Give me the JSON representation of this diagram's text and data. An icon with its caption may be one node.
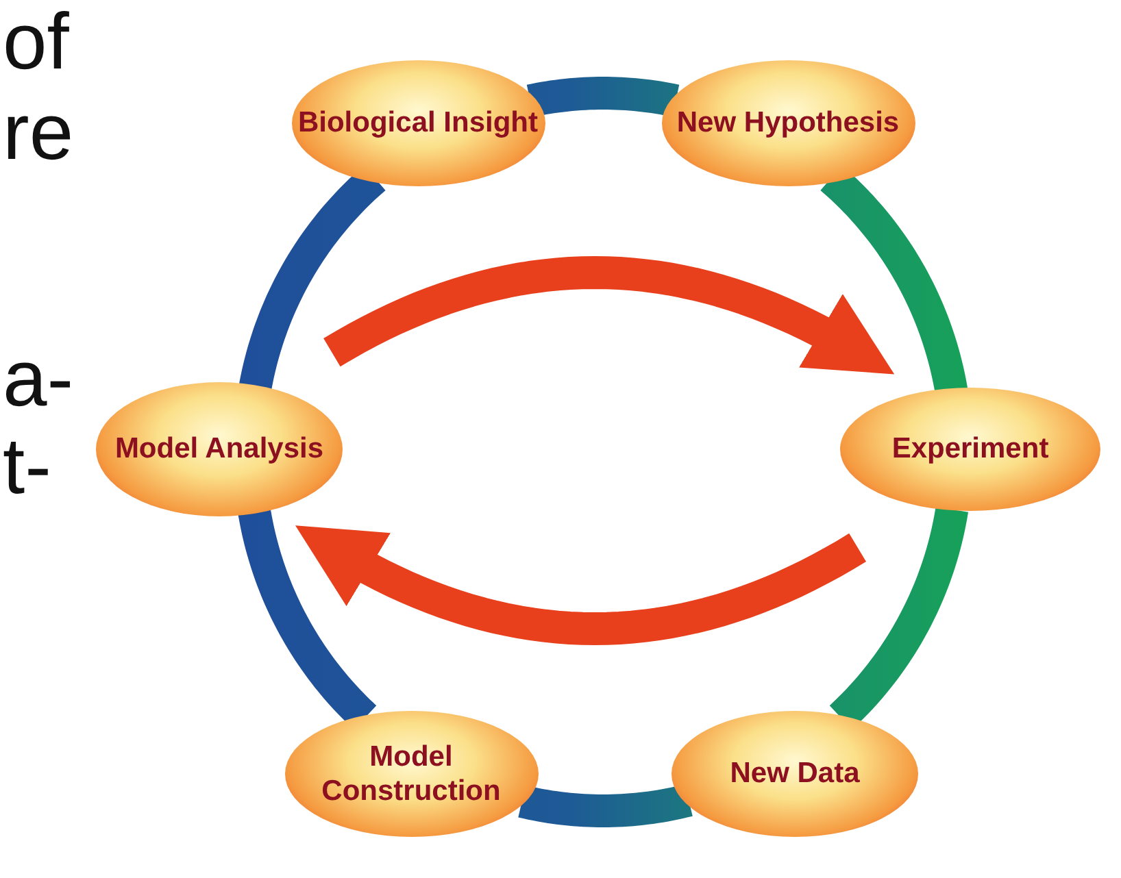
{
  "diagram": {
    "nodes": [
      {
        "text": [
          "Biological Insight"
        ]
      },
      {
        "text": [
          "New Hypothesis"
        ]
      },
      {
        "text": [
          "Experiment"
        ]
      },
      {
        "text": [
          "New Data"
        ]
      },
      {
        "text": [
          "Model Construction"
        ]
      },
      {
        "text": [
          "Model Analysis"
        ]
      }
    ],
    "edges": [
      {
        "from": 0,
        "to": 1,
        "arrow": "none"
      },
      {
        "from": 1,
        "to": 2,
        "arrow": "none"
      },
      {
        "from": 2,
        "to": 3,
        "arrow": "none"
      },
      {
        "from": 3,
        "to": 4,
        "arrow": "none"
      },
      {
        "from": 4,
        "to": 5,
        "arrow": "none"
      },
      {
        "from": 5,
        "to": 0,
        "arrow": "none"
      },
      {
        "from": 5,
        "to": 2,
        "arrow": "to",
        "color": "#e8401c"
      },
      {
        "from": 2,
        "to": 5,
        "arrow": "to",
        "color": "#e8401c"
      }
    ],
    "labels": [
      "of",
      "re",
      "a-",
      "t-"
    ]
  }
}
